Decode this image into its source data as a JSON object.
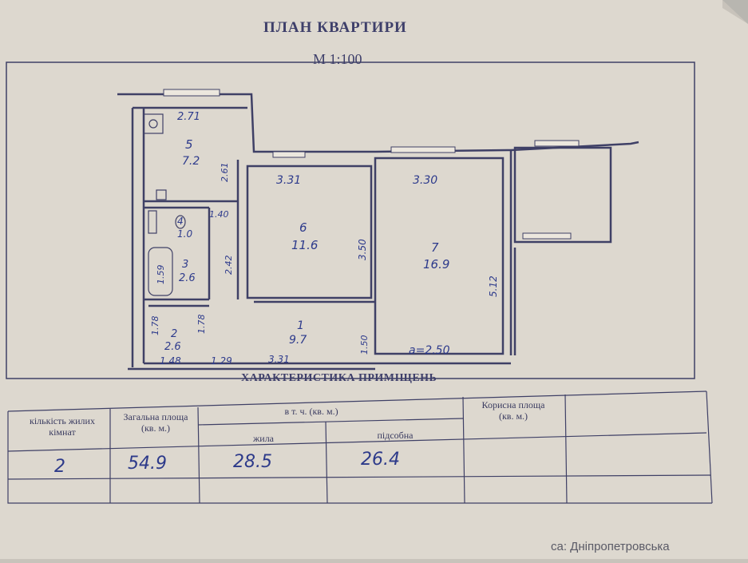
{
  "title": "ПЛАН КВАРТИРИ",
  "scale": "М 1:100",
  "rooms": [
    {
      "num": "5",
      "area": "7.2",
      "dims": [
        "2.71",
        "2.61"
      ]
    },
    {
      "num": "4",
      "area": "1.0",
      "dims": [
        "1.40"
      ]
    },
    {
      "num": "3",
      "area": "2.6",
      "dims": [
        "1.59"
      ]
    },
    {
      "num": "2",
      "area": "2.6",
      "dims": [
        "1.78",
        "1.48"
      ]
    },
    {
      "num": "6",
      "area": "11.6",
      "dims": [
        "3.31",
        "3.50",
        "2.42"
      ]
    },
    {
      "num": "1",
      "area": "9.7",
      "dims": [
        "3.31",
        "1.29",
        "1.78",
        "1.50"
      ]
    },
    {
      "num": "7",
      "area": "16.9",
      "dims": [
        "3.30",
        "5.12",
        "a=2.50"
      ]
    }
  ],
  "section_title": "ХАРАКТЕРИСТИКА ПРИМІЩЕНЬ",
  "table": {
    "col_rooms": "кількість жилих кімнат",
    "col_total": "Загальна площа (кв. м.)",
    "col_incl": "в т. ч. (кв. м.)",
    "col_living": "жила",
    "col_aux": "підсобна",
    "col_useful": "Корисна площа (кв. м.)",
    "rooms_val": "2",
    "total_val": "54.9",
    "living_val": "28.5",
    "aux_val": "26.4"
  },
  "footer_text": "са: Дніпропетровська"
}
